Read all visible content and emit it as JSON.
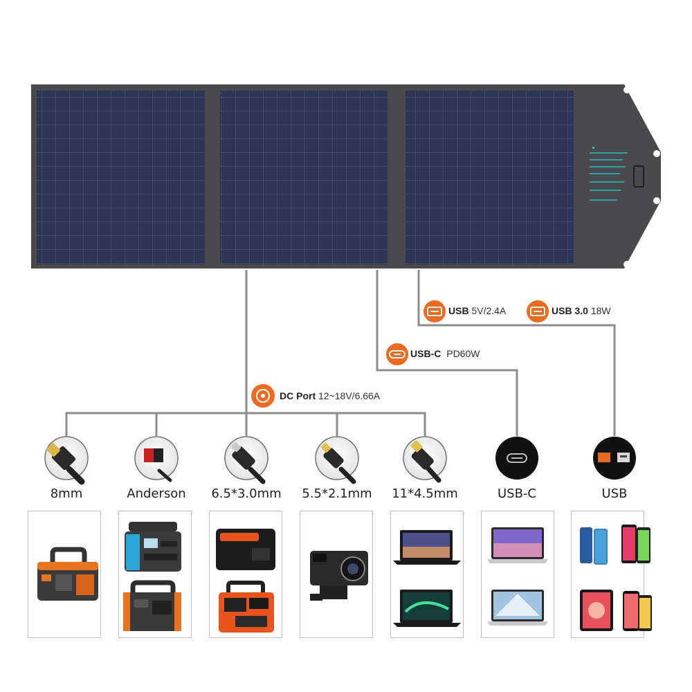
{
  "ports": {
    "usb_a": {
      "name": "USB",
      "spec": "5V/2.4A",
      "icon": "usb-a-icon"
    },
    "usb_30": {
      "name": "USB 3.0",
      "spec": "18W",
      "icon": "usb-a-icon"
    },
    "usb_c": {
      "name": "USB-C",
      "spec": "PD60W",
      "icon": "usb-c-icon"
    },
    "dc": {
      "name": "DC Port",
      "spec": "12~18V/6.66A",
      "icon": "dc-port-icon"
    }
  },
  "connectors": [
    {
      "label": "8mm",
      "icon": "8mm-plug-icon"
    },
    {
      "label": "Anderson",
      "icon": "anderson-plug-icon"
    },
    {
      "label": "6.5*3.0mm",
      "icon": "dc-plug-icon"
    },
    {
      "label": "5.5*2.1mm",
      "icon": "dc-plug-icon"
    },
    {
      "label": "11*4.5mm",
      "icon": "dc-plug-icon"
    },
    {
      "label": "USB-C",
      "icon": "usb-c-port-icon"
    },
    {
      "label": "USB",
      "icon": "usb-port-icon"
    }
  ],
  "devices": [
    [
      "portable-power-station-icon"
    ],
    [
      "power-station-blue-icon",
      "power-station-orange-icon"
    ],
    [
      "power-bank-icon",
      "power-station-small-icon"
    ],
    [
      "action-camera-icon"
    ],
    [
      "laptop-icon",
      "laptop-icon"
    ],
    [
      "macbook-icon",
      "macbook-icon"
    ],
    [
      "phone-icon",
      "phone-icon",
      "tablet-icon",
      "phone-icon"
    ]
  ],
  "colors": {
    "accent": "#f06a1e",
    "panel_frame": "#4a4a4c",
    "cell": "#2c3455",
    "line": "#8c8c8c"
  }
}
